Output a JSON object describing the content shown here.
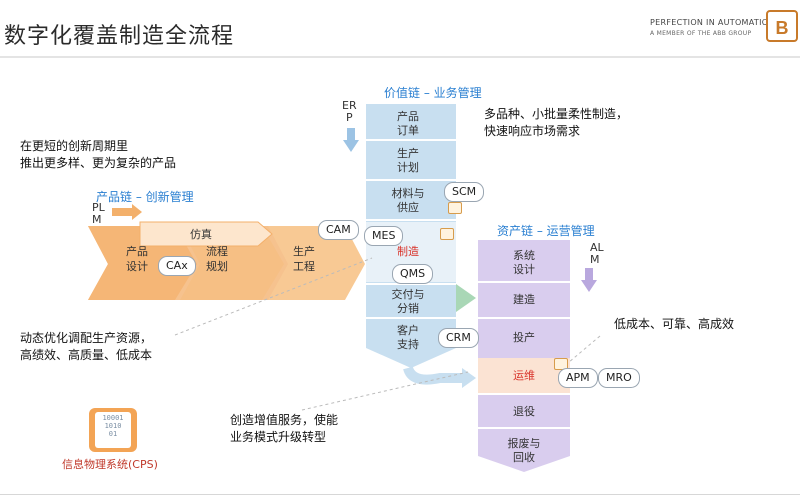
{
  "header": {
    "title": "数字化覆盖制造全流程",
    "brand_line1": "PERFECTION IN AUTOMATION",
    "brand_line2": "A MEMBER OF THE ABB GROUP",
    "logo_text": "B"
  },
  "left_notes": {
    "note1_line1": "在更短的创新周期里",
    "note1_line2": "推出更多样、更为复杂的产品",
    "note2_line1": "动态优化调配生产资源，",
    "note2_line2": "高绩效、高质量、低成本",
    "note3_line1": "创造增值服务，使能",
    "note3_line2": "业务模式升级转型"
  },
  "product_chain": {
    "heading": "产品链 – 创新管理",
    "plm_1": "PL",
    "plm_2": "M",
    "sim": "仿真",
    "steps": [
      {
        "l1": "产品",
        "l2": "设计"
      },
      {
        "l1": "流程",
        "l2": "规划"
      },
      {
        "l1": "生产",
        "l2": "工程"
      }
    ],
    "cax": "CAx",
    "cam": "CAM"
  },
  "value_chain": {
    "heading": "价值链 – 业务管理",
    "erp_1": "ER",
    "erp_2": "P",
    "items": [
      {
        "l1": "产品",
        "l2": "订单"
      },
      {
        "l1": "生产",
        "l2": "计划"
      },
      {
        "l1": "材料与",
        "l2": "供应"
      },
      {
        "l1": "制造",
        "l2": ""
      },
      {
        "l1": "交付与",
        "l2": "分销"
      },
      {
        "l1": "客户",
        "l2": "支持"
      }
    ],
    "scm": "SCM",
    "mes": "MES",
    "qms": "QMS",
    "crm": "CRM",
    "note_line1": "多品种、小批量柔性制造，",
    "note_line2": "快速响应市场需求"
  },
  "asset_chain": {
    "heading": "资产链 – 运营管理",
    "alm_1": "AL",
    "alm_2": "M",
    "items": [
      {
        "l1": "系统",
        "l2": "设计"
      },
      {
        "l1": "建造",
        "l2": ""
      },
      {
        "l1": "投产",
        "l2": ""
      },
      {
        "l1": "运维",
        "l2": ""
      },
      {
        "l1": "退役",
        "l2": ""
      },
      {
        "l1": "报废与",
        "l2": "回收"
      }
    ],
    "apm": "APM",
    "mro": "MRO",
    "note": "低成本、可靠、高成效"
  },
  "cps": {
    "label": "信息物理系统(CPS)",
    "bits1": "10001",
    "bits2": "1010",
    "bits3": "01"
  },
  "colors": {
    "blue_col": "#c8dff0",
    "purple_col": "#d9cdee",
    "orange": "#f5a55a",
    "heading_blue": "#2a7fd1",
    "highlight_red": "#d9342b"
  }
}
